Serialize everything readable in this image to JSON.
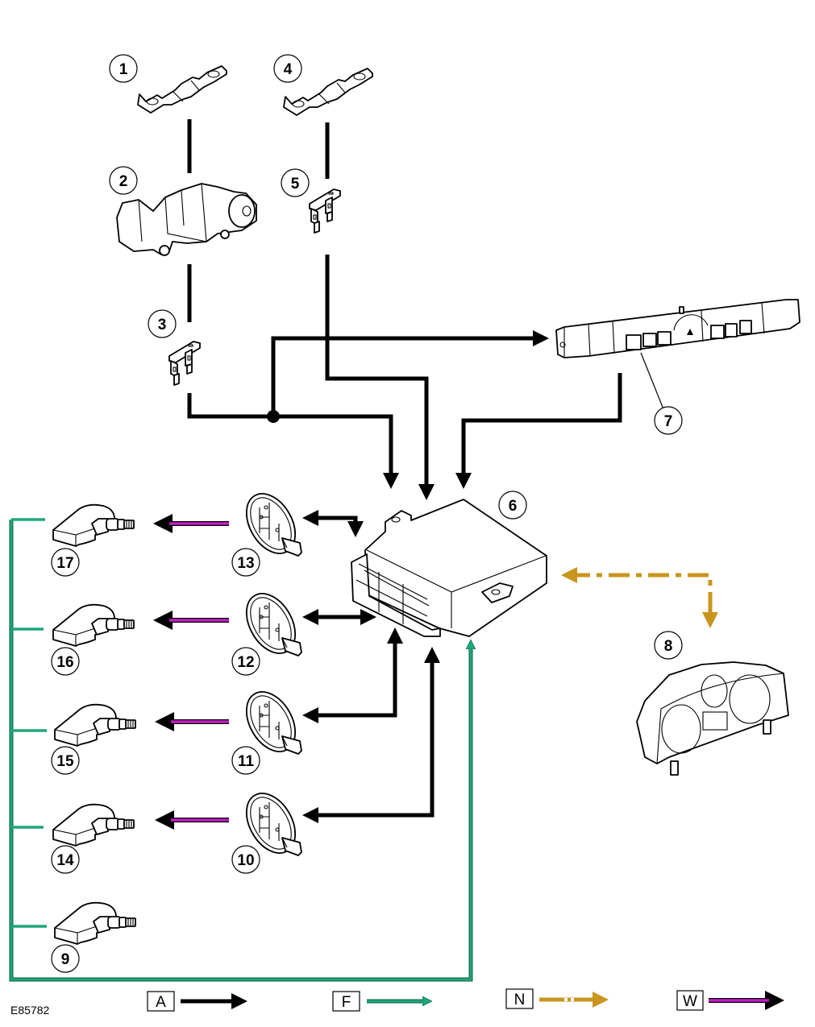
{
  "diagram": {
    "reference_code": "E85782",
    "colors": {
      "A": "#000000",
      "F": "#1fa77a",
      "N": "#c8961e",
      "W": "#c21ec2"
    },
    "components": [
      {
        "id": "1",
        "label": "1",
        "icon": "megafuse-icon"
      },
      {
        "id": "2",
        "label": "2",
        "icon": "ignition-switch-icon"
      },
      {
        "id": "3",
        "label": "3",
        "icon": "blade-fuse-icon"
      },
      {
        "id": "4",
        "label": "4",
        "icon": "megafuse-icon"
      },
      {
        "id": "5",
        "label": "5",
        "icon": "blade-fuse-icon"
      },
      {
        "id": "6",
        "label": "6",
        "icon": "control-module-icon"
      },
      {
        "id": "7",
        "label": "7",
        "icon": "switch-panel-icon"
      },
      {
        "id": "8",
        "label": "8",
        "icon": "instrument-cluster-icon"
      },
      {
        "id": "9",
        "label": "9",
        "icon": "tire-pressure-sensor-icon"
      },
      {
        "id": "10",
        "label": "10",
        "icon": "transmitter-icon"
      },
      {
        "id": "11",
        "label": "11",
        "icon": "transmitter-icon"
      },
      {
        "id": "12",
        "label": "12",
        "icon": "transmitter-icon"
      },
      {
        "id": "13",
        "label": "13",
        "icon": "transmitter-icon"
      },
      {
        "id": "14",
        "label": "14",
        "icon": "tire-pressure-sensor-icon"
      },
      {
        "id": "15",
        "label": "15",
        "icon": "tire-pressure-sensor-icon"
      },
      {
        "id": "16",
        "label": "16",
        "icon": "tire-pressure-sensor-icon"
      },
      {
        "id": "17",
        "label": "17",
        "icon": "tire-pressure-sensor-icon"
      }
    ],
    "connections": [
      {
        "from": "1",
        "to": "2",
        "type": "A"
      },
      {
        "from": "2",
        "to": "3",
        "type": "A"
      },
      {
        "from": "3",
        "to": "6",
        "type": "A"
      },
      {
        "from": "3",
        "to": "7",
        "type": "A"
      },
      {
        "from": "4",
        "to": "5",
        "type": "A"
      },
      {
        "from": "5",
        "to": "6",
        "type": "A"
      },
      {
        "from": "7",
        "to": "6",
        "type": "A"
      },
      {
        "from": "13",
        "to": "6",
        "type": "A",
        "bidirectional": true
      },
      {
        "from": "12",
        "to": "6",
        "type": "A",
        "bidirectional": true
      },
      {
        "from": "11",
        "to": "6",
        "type": "A",
        "bidirectional": true
      },
      {
        "from": "10",
        "to": "6",
        "type": "A",
        "bidirectional": true
      },
      {
        "from": "13",
        "to": "17",
        "type": "W"
      },
      {
        "from": "12",
        "to": "16",
        "type": "W"
      },
      {
        "from": "11",
        "to": "15",
        "type": "W"
      },
      {
        "from": "10",
        "to": "14",
        "type": "W"
      },
      {
        "from": "9",
        "to": "6",
        "type": "F"
      },
      {
        "from": "14",
        "to": "6",
        "type": "F"
      },
      {
        "from": "15",
        "to": "6",
        "type": "F"
      },
      {
        "from": "16",
        "to": "6",
        "type": "F"
      },
      {
        "from": "17",
        "to": "6",
        "type": "F"
      },
      {
        "from": "8",
        "to": "6",
        "type": "N",
        "bidirectional": true
      }
    ],
    "legend": [
      {
        "key": "A",
        "label": "A",
        "style": "solid-black-arrow"
      },
      {
        "key": "F",
        "label": "F",
        "style": "solid-green-arrow"
      },
      {
        "key": "N",
        "label": "N",
        "style": "dashed-gold-arrow"
      },
      {
        "key": "W",
        "label": "W",
        "style": "solid-magenta-arrow"
      }
    ]
  }
}
